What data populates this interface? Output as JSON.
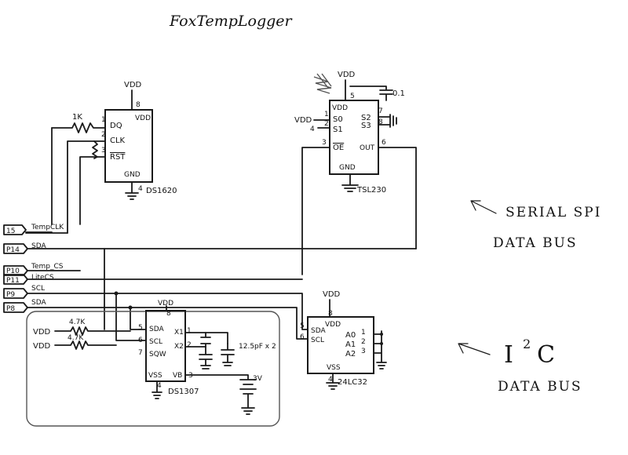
{
  "title": "FoxTempLogger",
  "power_label": "VDD",
  "ground_label": "GND",
  "chips": {
    "ds1620": {
      "name": "DS1620",
      "pins": {
        "dq": "DQ",
        "clk": "CLK",
        "rst": "RST",
        "vdd": "VDD",
        "gnd": "GND"
      },
      "pin_nums": [
        "1",
        "2",
        "3",
        "4",
        "8"
      ]
    },
    "tsl230": {
      "name": "TSL230",
      "pins": {
        "vdd": "VDD",
        "s0": "S0",
        "s1": "S1",
        "s2": "S2",
        "s3": "S3",
        "oe": "OE",
        "out": "OUT",
        "gnd": "GND"
      },
      "pin_nums": [
        "1",
        "2",
        "3",
        "4",
        "5",
        "6",
        "7",
        "8"
      ]
    },
    "ds1307": {
      "name": "DS1307",
      "pins": {
        "sda": "SDA",
        "scl": "SCL",
        "sqw": "SQW",
        "x1": "X1",
        "x2": "X2",
        "vss": "VSS",
        "vb": "VB",
        "vdd": "VDD"
      },
      "pin_nums": [
        "1",
        "2",
        "3",
        "4",
        "5",
        "6",
        "7",
        "8"
      ]
    },
    "c24lc32": {
      "name": "24LC32",
      "pins": {
        "sda": "SDA",
        "scl": "SCL",
        "vdd": "VDD",
        "vss": "VSS",
        "a0": "A0",
        "a1": "A1",
        "a2": "A2"
      },
      "pin_nums": [
        "1",
        "2",
        "3",
        "4",
        "5",
        "6",
        "8"
      ]
    }
  },
  "resistors": {
    "r_1k": "1K",
    "r_47k_a": "4.7K",
    "r_47k_b": "4.7K"
  },
  "capacitor_label": "0.1",
  "crystal_cap_label": "12.5pF x 2",
  "battery_label": "3V",
  "ports": [
    {
      "pin": "15",
      "signal": "TempCLK"
    },
    {
      "pin": "P14",
      "signal": "SDA"
    },
    {
      "pin": "P10",
      "signal": "Temp_CS"
    },
    {
      "pin": "P11",
      "signal": "LiteCS"
    },
    {
      "pin": "P9",
      "signal": "SCL"
    },
    {
      "pin": "P8",
      "signal": "SDA"
    }
  ],
  "annotations": {
    "spi_line1": "SERIAL SPI",
    "spi_line2": "DATA BUS",
    "i2c_main": "I",
    "i2c_sup": "2",
    "i2c_tail": "C",
    "i2c_line2": "DATA BUS"
  }
}
